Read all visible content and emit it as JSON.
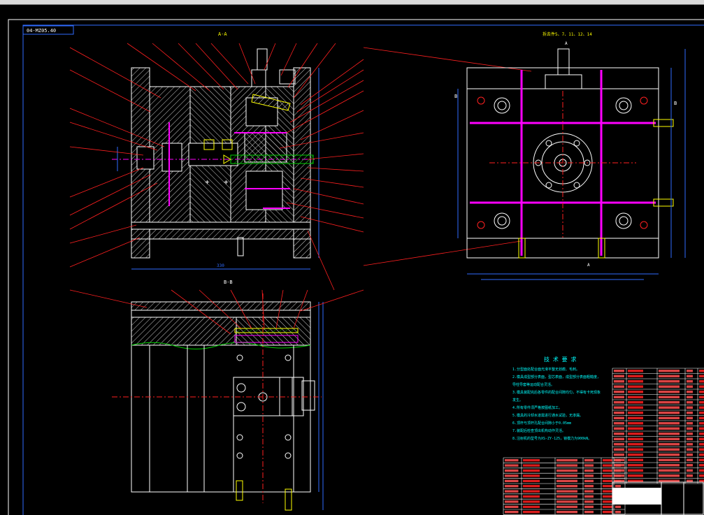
{
  "drawing": {
    "stamp_code": "04-MZ05.40",
    "view_top_title": "A-A",
    "view_right_title": "拆去件5、7、11、12、14",
    "view_bottom_title": "B-B",
    "section_b_label": "B",
    "section_a_label": "A",
    "dim_bottom": "330",
    "tech_req_title": "技 术 要 求",
    "tech_req_lines": [
      "1.分型面处配合面光滑平整无划痕、毛刺。",
      "2.模具成型部分表面，型芯表面，成型部分表面粗糙度，",
      "  导柱导套等运动配合灵活。",
      "3.模具装配完后各零件的配合间隙均匀，不得有卡死现象",
      "  发生。",
      "4.所有零件须严格按图纸加工。",
      "5.模具的冷却水道需进行通水试验，无渗漏。",
      "6.顶杆与顶杆孔配合间隙小于0.05mm",
      "7.装配后检查顶出机构动作灵活。",
      "8.注射机的型号为XS-ZY-125，锁模力为900kN。"
    ]
  },
  "colors": {
    "background": "#000000",
    "outline": "#ffffff",
    "leader": "#ff0000",
    "dimension": "#2f6bff",
    "hatch": "#d0d0d0",
    "part": "#ff00ff",
    "text_cyan": "#00ffff",
    "yellow": "#ffff00",
    "green": "#00d000",
    "table_red": "#ff2020"
  }
}
